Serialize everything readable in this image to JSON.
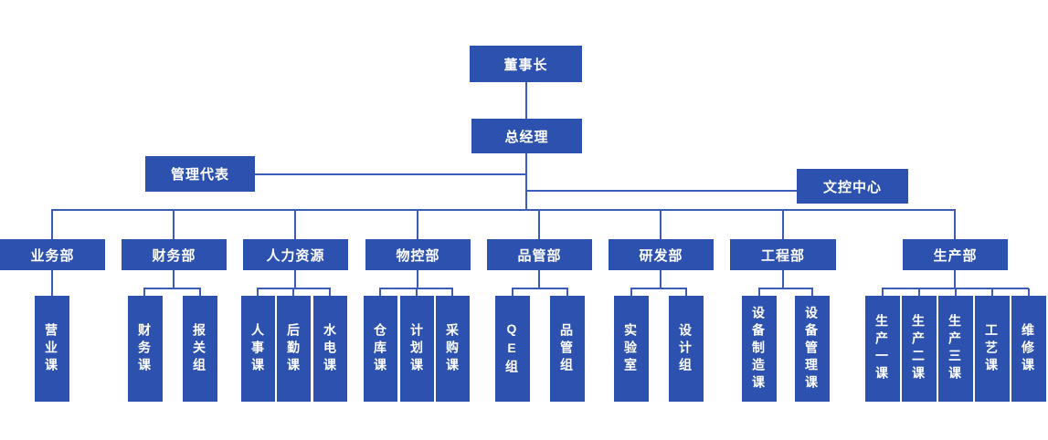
{
  "org_chart": {
    "chairman": "董事长",
    "general_manager": "总经理",
    "management_rep": "管理代表",
    "doc_control_center": "文控中心",
    "departments": [
      {
        "label": "业务部",
        "children": [
          "营业课"
        ]
      },
      {
        "label": "财务部",
        "children": [
          "财务课",
          "报关组"
        ]
      },
      {
        "label": "人力资源",
        "children": [
          "人事课",
          "后勤课",
          "水电课"
        ]
      },
      {
        "label": "物控部",
        "children": [
          "仓库课",
          "计划课",
          "采购课"
        ]
      },
      {
        "label": "品管部",
        "children": [
          "QE组",
          "品管组"
        ]
      },
      {
        "label": "研发部",
        "children": [
          "实验室",
          "设计组"
        ]
      },
      {
        "label": "工程部",
        "children": [
          "设备制造课",
          "设备管理课"
        ]
      },
      {
        "label": "生产部",
        "children": [
          "生产一课",
          "生产二课",
          "生产三课",
          "工艺课",
          "维修课"
        ]
      }
    ]
  },
  "colors": {
    "box_fill": "#2d51ae",
    "box_text": "#ffffff",
    "connector": "#3b5db8",
    "background": "#ffffff"
  }
}
